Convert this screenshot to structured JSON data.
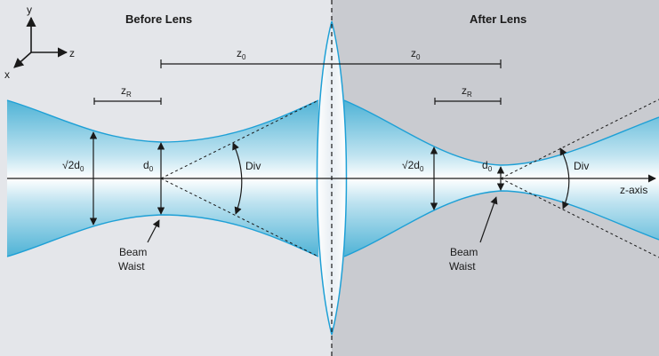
{
  "headings": {
    "before": "Before Lens",
    "after": "After Lens"
  },
  "axes": {
    "y": "y",
    "z": "z",
    "x": "x",
    "optical_axis": "z-axis"
  },
  "labels": {
    "z": "z",
    "zero": "0",
    "R": "R",
    "d": "d",
    "root2_prefix": "√2d",
    "div": "Div",
    "beam": "Beam",
    "waist": "Waist"
  },
  "colors": {
    "bg_left": "#e4e6ea",
    "bg_right": "#c9cbd0",
    "beam_edge": "#1ea0d6",
    "beam_outer": "#5bb8d8",
    "beam_inner": "#ffffff",
    "lens_fill": "#eef3f7",
    "ink": "#1a1a1a"
  },
  "icons": {
    "lens": "biconvex-lens-icon",
    "axes": "xyz-axes-icon"
  }
}
